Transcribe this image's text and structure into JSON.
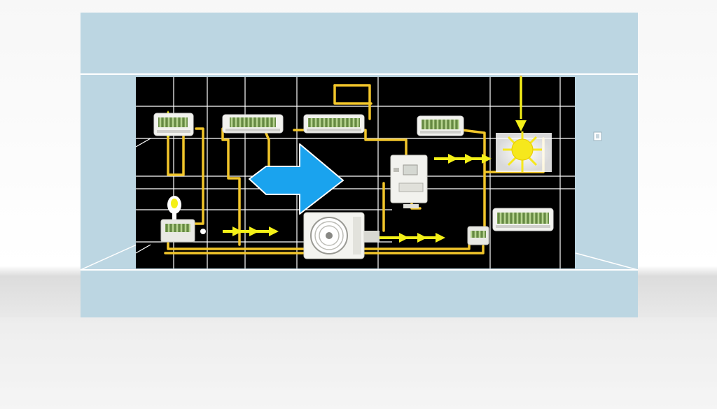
{
  "diagram": {
    "colors": {
      "backdrop": "#bcd6e2",
      "backdrop_edge": "#ffffff",
      "panel": "#000000",
      "grid": "#ffffff",
      "pipe": "#f2c62a",
      "arrow": "#f4f018",
      "flow_arrow": "#1aa3ee",
      "unit_body": "#f2f2ee",
      "coil": "#8fb56a",
      "sun": "#f6e81c",
      "floor": "#e4e4e4"
    },
    "components": [
      {
        "name": "indoor-unit-1",
        "icon": "wall-mounted-ac-icon"
      },
      {
        "name": "indoor-unit-2",
        "icon": "wall-mounted-ac-icon"
      },
      {
        "name": "indoor-unit-3",
        "icon": "wall-mounted-ac-icon"
      },
      {
        "name": "indoor-unit-4",
        "icon": "wall-mounted-ac-icon"
      },
      {
        "name": "indoor-unit-5",
        "icon": "wall-mounted-ac-icon"
      },
      {
        "name": "outdoor-condenser",
        "icon": "fan-icon"
      },
      {
        "name": "control-panel",
        "icon": "controller-icon"
      },
      {
        "name": "solar-source",
        "icon": "sun-icon"
      },
      {
        "name": "thermostat",
        "icon": "thermostat-icon"
      },
      {
        "name": "valve-unit-left",
        "icon": "valve-icon"
      },
      {
        "name": "valve-unit-right",
        "icon": "valve-icon"
      }
    ],
    "flow": {
      "direction": "right",
      "icon": "big-flow-arrow-icon"
    }
  }
}
